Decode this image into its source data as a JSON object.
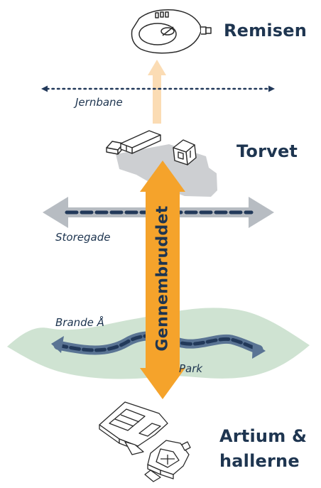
{
  "labels": {
    "remisen": "Remisen",
    "jernbane": "Jernbane",
    "torvet": "Torvet",
    "storegade": "Storegade",
    "gennembruddet": "Gennembruddet",
    "brande_aa": "Brande Å",
    "park": "Park",
    "artium_line1": "Artium &",
    "artium_line2": "hallerne"
  },
  "colors": {
    "text": "#1e3550",
    "orange": "#f5a32b",
    "light_orange": "#fbdcb4",
    "grey_arrow": "#b7bcc2",
    "plaza_grey": "#cdcfd2",
    "green": "#cfe3d2",
    "river_blue": "#5a7494",
    "dash_navy": "#22395a"
  }
}
